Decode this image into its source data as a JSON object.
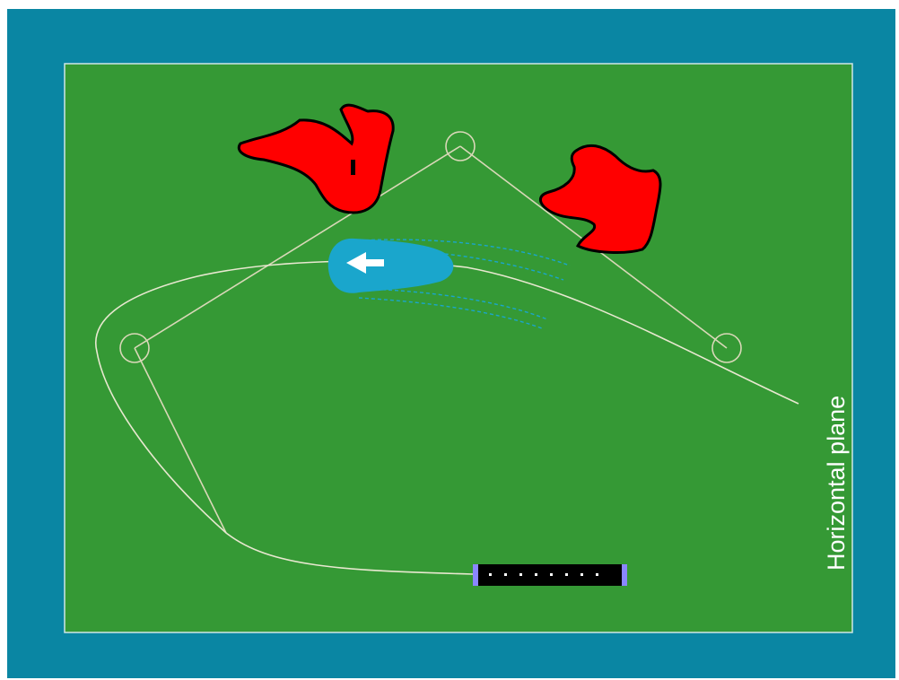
{
  "diagram": {
    "label": "Horizontal plane",
    "colors": {
      "frame": "#0a86a3",
      "field": "#359935",
      "obstacle": "#ff0000",
      "obstacle_outline": "#000000",
      "aircraft_zone": "#1aa6cc",
      "track": "#e8e8d0",
      "runway": "#000000",
      "runway_lights": "#ffffff",
      "runway_ends": "#8a86ff",
      "arrow": "#ffffff"
    },
    "elements": {
      "obstacles": [
        "obstacle-left",
        "obstacle-right"
      ],
      "waypoints": [
        "waypoint-top",
        "waypoint-left",
        "waypoint-right"
      ],
      "runway_lights_count": 8,
      "arrow_icon": "left-arrow-icon"
    }
  }
}
